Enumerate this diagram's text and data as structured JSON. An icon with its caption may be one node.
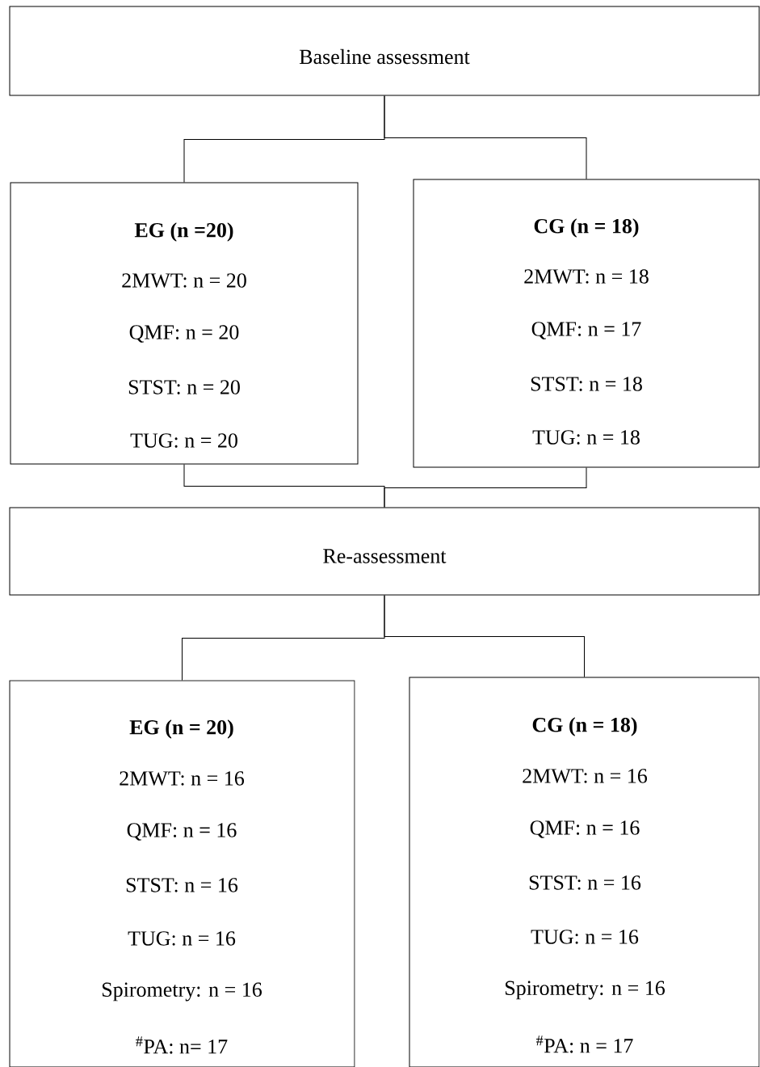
{
  "diagram": {
    "nodes": [
      {
        "text": [
          "Baseline assessment"
        ]
      },
      {
        "text": [
          "EG (n =20)",
          "2MWT: n = 20",
          "QMF: n = 20",
          "STST: n = 20",
          "TUG: n = 20"
        ]
      },
      {
        "text": [
          "CG (n = 18)",
          "2MWT: n = 18",
          "QMF: n = 17",
          "STST: n = 18",
          "TUG: n = 18"
        ]
      },
      {
        "text": [
          "Re-assessment"
        ]
      },
      {
        "text": [
          "EG (n = 20)",
          "2MWT: n = 16",
          "QMF: n = 16",
          "STST: n = 16",
          "TUG: n = 16",
          "Spirometry: n = 16",
          "$^{#}$PA: n= 17"
        ]
      },
      {
        "text": [
          "CG (n = 18)",
          "2MWT: n = 16",
          "QMF: n = 16",
          "STST: n = 16",
          "TUG: n = 16",
          "Spirometry: n = 16",
          "$^{#}$PA: n = 17"
        ]
      }
    ],
    "edges": [
      {
        "from": 0,
        "to": 1,
        "arrow": "none"
      },
      {
        "from": 0,
        "to": 2,
        "arrow": "none"
      },
      {
        "from": 1,
        "to": 3,
        "arrow": "none"
      },
      {
        "from": 2,
        "to": 3,
        "arrow": "none"
      },
      {
        "from": 3,
        "to": 4,
        "arrow": "none"
      },
      {
        "from": 3,
        "to": 5,
        "arrow": "none"
      }
    ]
  }
}
